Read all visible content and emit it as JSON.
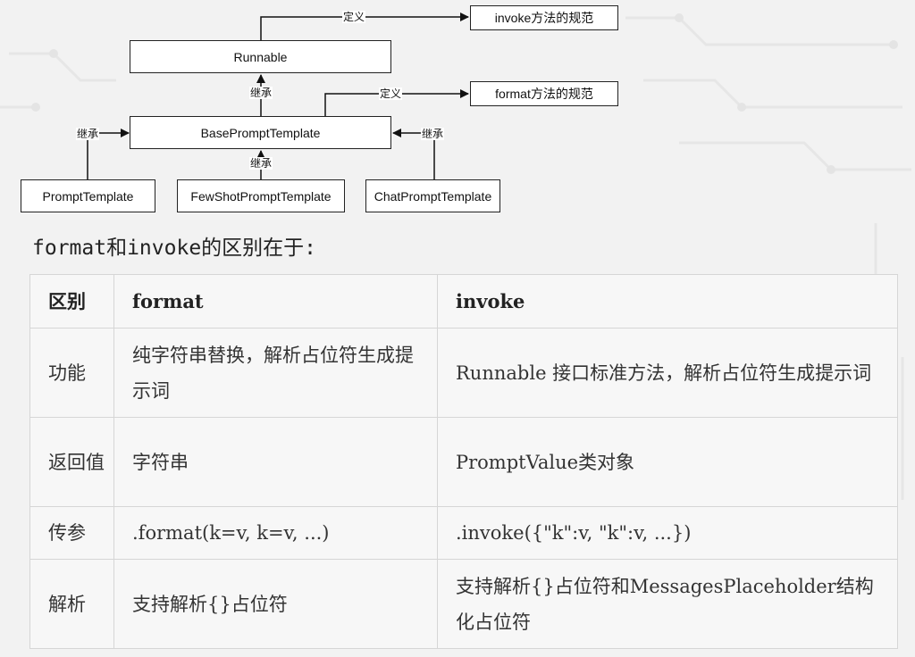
{
  "diagram": {
    "nodes": {
      "runnable": "Runnable",
      "base": "BasePromptTemplate",
      "prompt": "PromptTemplate",
      "fewshot": "FewShotPromptTemplate",
      "chat": "ChatPromptTemplate",
      "invoke_spec": "invoke方法的规范",
      "format_spec": "format方法的规范"
    },
    "edge_labels": {
      "define": "定义",
      "inherit": "继承"
    }
  },
  "heading": "format和invoke的区别在于:",
  "table": {
    "headers": [
      "区别",
      "format",
      "invoke"
    ],
    "rows": [
      {
        "name": "功能",
        "format": "纯字符串替换，解析占位符生成提示词",
        "invoke": "Runnable 接口标准方法，解析占位符生成提示词"
      },
      {
        "name": "返回值",
        "format": "字符串",
        "invoke": "PromptValue类对象"
      },
      {
        "name": "传参",
        "format": ".format(k=v, k=v, ...)",
        "invoke": ".invoke({\"k\":v, \"k\":v, ...})"
      },
      {
        "name": "解析",
        "format": "支持解析{}占位符",
        "invoke": "支持解析{}占位符和MessagesPlaceholder结构化占位符"
      }
    ]
  }
}
